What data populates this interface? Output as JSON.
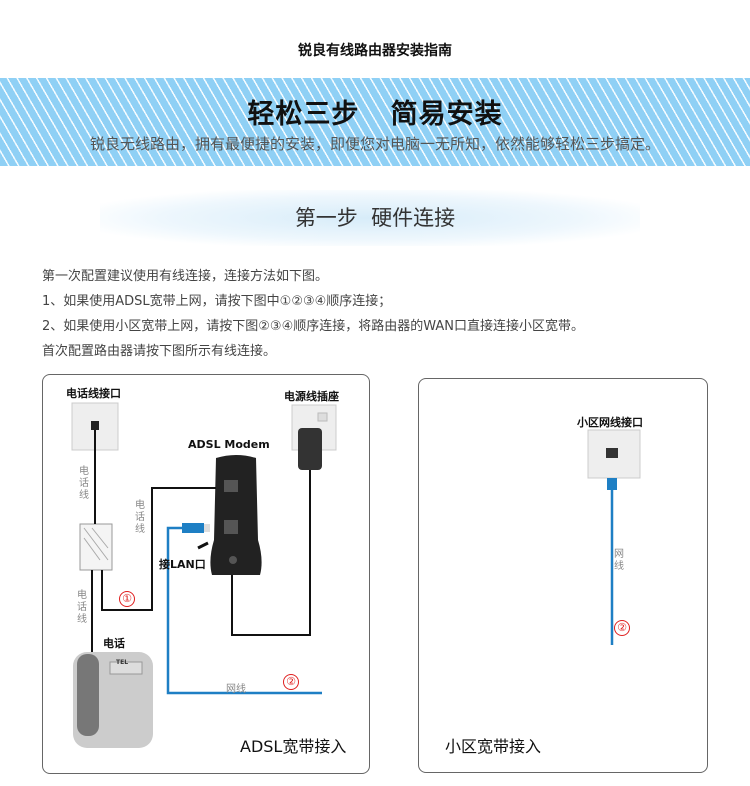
{
  "page_title": "锐良有线路由器安装指南",
  "banner": {
    "headline": "轻松三步   简易安装",
    "subline": "锐良无线路由，拥有最便捷的安装，即便您对电脑一无所知，依然能够轻松三步搞定。"
  },
  "step": {
    "title": "第一步  硬件连接"
  },
  "instructions": [
    "第一次配置建议使用有线连接，连接方法如下图。",
    "1、如果使用ADSL宽带上网，请按下图中①②③④顺序连接；",
    "2、如果使用小区宽带上网，请按下图②③④顺序连接，将路由器的WAN口直接连接小区宽带。",
    "首次配置路由器请按下图所示有线连接。"
  ],
  "adsl_diagram": {
    "phone_jack": "电话线接口",
    "power_socket": "电源线插座",
    "modem": "ADSL Modem",
    "phone_line": "电话线",
    "lan_port": "接LAN口",
    "phone": "电话",
    "network_cable": "网线",
    "step1": "①",
    "step2": "②",
    "phone_brand": "TEL",
    "caption": "ADSL宽带接入"
  },
  "community_diagram": {
    "jack": "小区网线接口",
    "network_cable": "网线",
    "step2": "②",
    "caption": "小区宽带接入"
  },
  "colors": {
    "banner": "#8fd0f5",
    "cable_blue": "#1e7fc4",
    "step_red": "#e02020"
  }
}
